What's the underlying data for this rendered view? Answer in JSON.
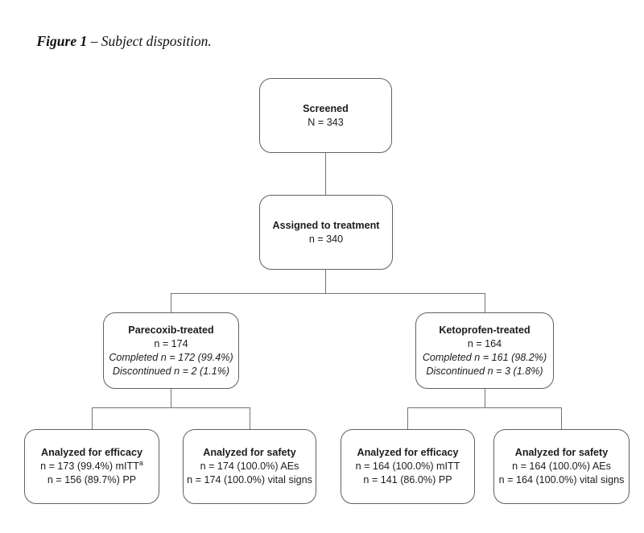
{
  "figure": {
    "label": "Figure 1",
    "title_rest": " – Subject disposition."
  },
  "flowchart": {
    "screened": {
      "title": "Screened",
      "n": "N = 343"
    },
    "assigned": {
      "title": "Assigned to treatment",
      "n": "n = 340"
    },
    "parecoxib": {
      "title": "Parecoxib-treated",
      "n": "n = 174",
      "completed": "Completed n = 172 (99.4%)",
      "discontinued": "Discontinued n = 2 (1.1%)"
    },
    "ketoprofen": {
      "title": "Ketoprofen-treated",
      "n": "n = 164",
      "completed": "Completed n = 161 (98.2%)",
      "discontinued": "Discontinued n = 3 (1.8%)"
    },
    "parecoxib_efficacy": {
      "title": "Analyzed for efficacy",
      "line1": "n = 173 (99.4%) mITT",
      "line1_sup": "a",
      "line2": "n = 156 (89.7%) PP"
    },
    "parecoxib_safety": {
      "title": "Analyzed for safety",
      "line1": "n = 174 (100.0%) AEs",
      "line2": "n = 174 (100.0%) vital signs"
    },
    "ketoprofen_efficacy": {
      "title": "Analyzed for efficacy",
      "line1": "n = 164 (100.0%) mITT",
      "line2": "n = 141 (86.0%) PP"
    },
    "ketoprofen_safety": {
      "title": "Analyzed for safety",
      "line1": "n = 164 (100.0%) AEs",
      "line2": "n = 164 (100.0%) vital signs"
    }
  },
  "colors": {
    "background": "#ffffff",
    "box_border": "#606164",
    "connector_line": "#737477",
    "text": "#1c1c1e"
  }
}
